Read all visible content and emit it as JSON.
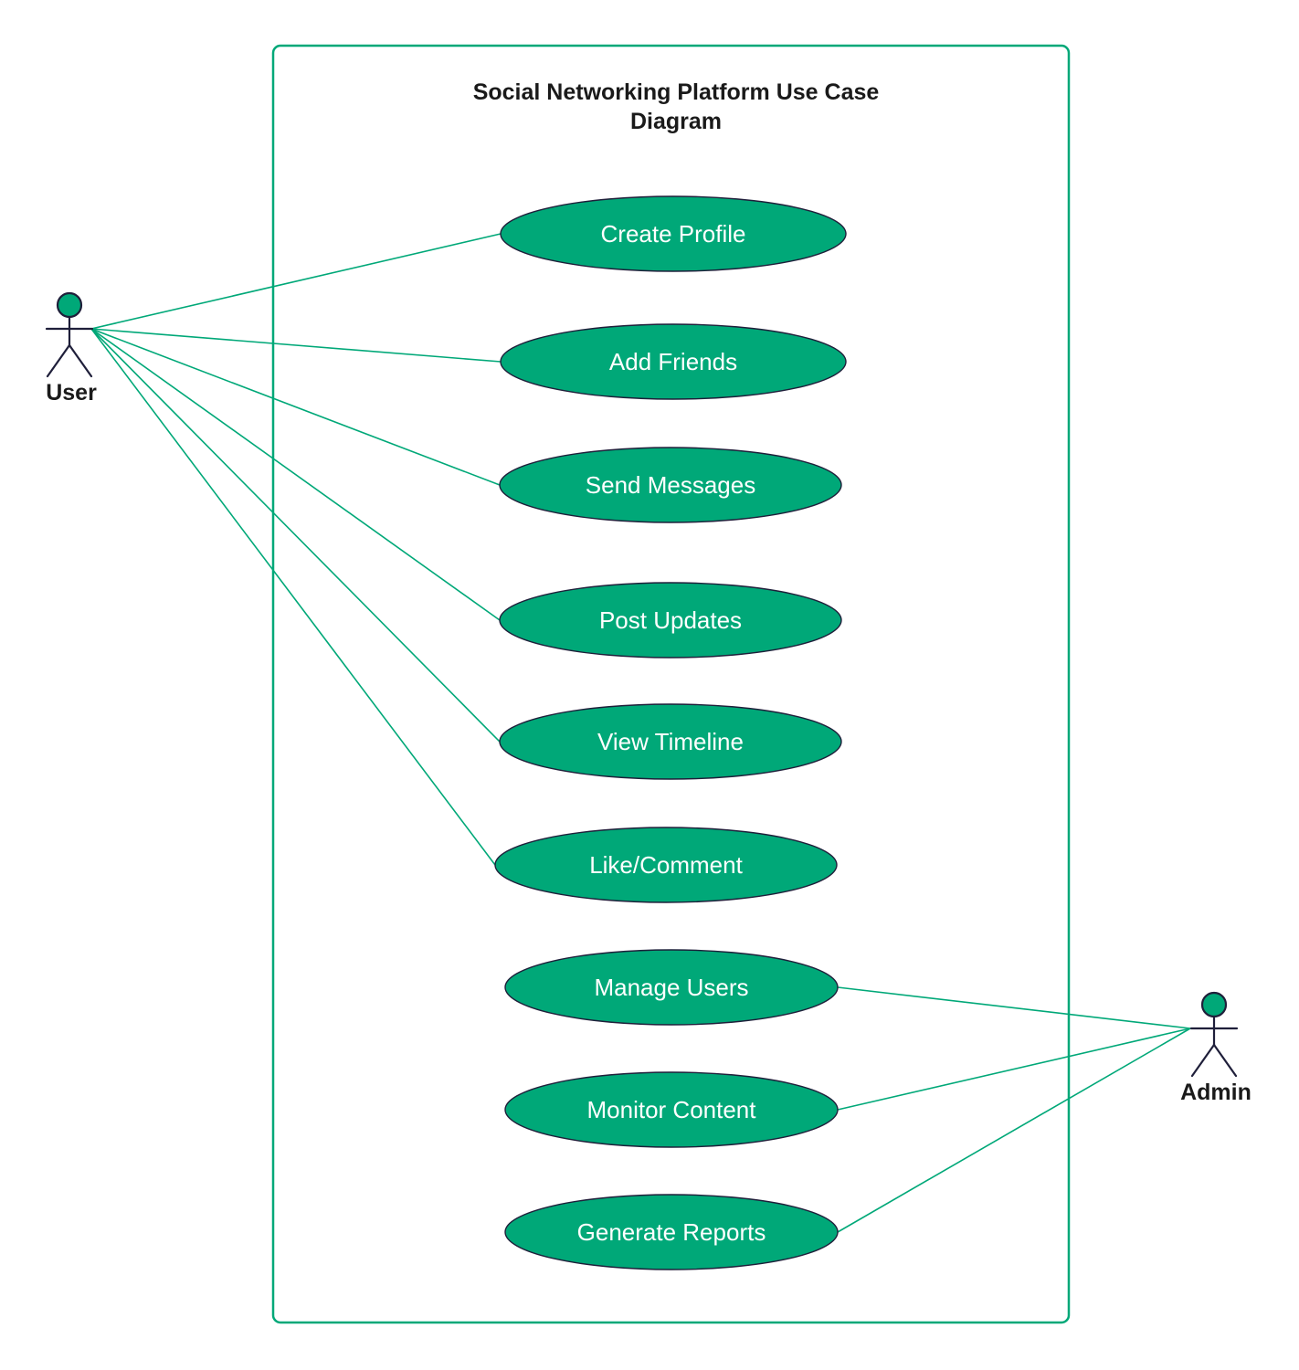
{
  "diagram": {
    "type": "use-case",
    "title_lines": [
      "Social Networking Platform Use Case",
      "Diagram"
    ],
    "colors": {
      "accent": "#00a878",
      "outline": "#1f1f3a",
      "label_on_fill": "#ffffff",
      "text": "#1a1a1a",
      "background": "#ffffff"
    },
    "actors": [
      {
        "id": "user",
        "label": "User"
      },
      {
        "id": "admin",
        "label": "Admin"
      }
    ],
    "use_cases": [
      {
        "id": "create-profile",
        "label": "Create Profile"
      },
      {
        "id": "add-friends",
        "label": "Add Friends"
      },
      {
        "id": "send-messages",
        "label": "Send Messages"
      },
      {
        "id": "post-updates",
        "label": "Post Updates"
      },
      {
        "id": "view-timeline",
        "label": "View Timeline"
      },
      {
        "id": "like-comment",
        "label": "Like/Comment"
      },
      {
        "id": "manage-users",
        "label": "Manage Users"
      },
      {
        "id": "monitor-content",
        "label": "Monitor Content"
      },
      {
        "id": "generate-reports",
        "label": "Generate Reports"
      }
    ],
    "associations": [
      {
        "from": "user",
        "to": "create-profile"
      },
      {
        "from": "user",
        "to": "add-friends"
      },
      {
        "from": "user",
        "to": "send-messages"
      },
      {
        "from": "user",
        "to": "post-updates"
      },
      {
        "from": "user",
        "to": "view-timeline"
      },
      {
        "from": "user",
        "to": "like-comment"
      },
      {
        "from": "admin",
        "to": "manage-users"
      },
      {
        "from": "admin",
        "to": "monitor-content"
      },
      {
        "from": "admin",
        "to": "generate-reports"
      }
    ]
  }
}
